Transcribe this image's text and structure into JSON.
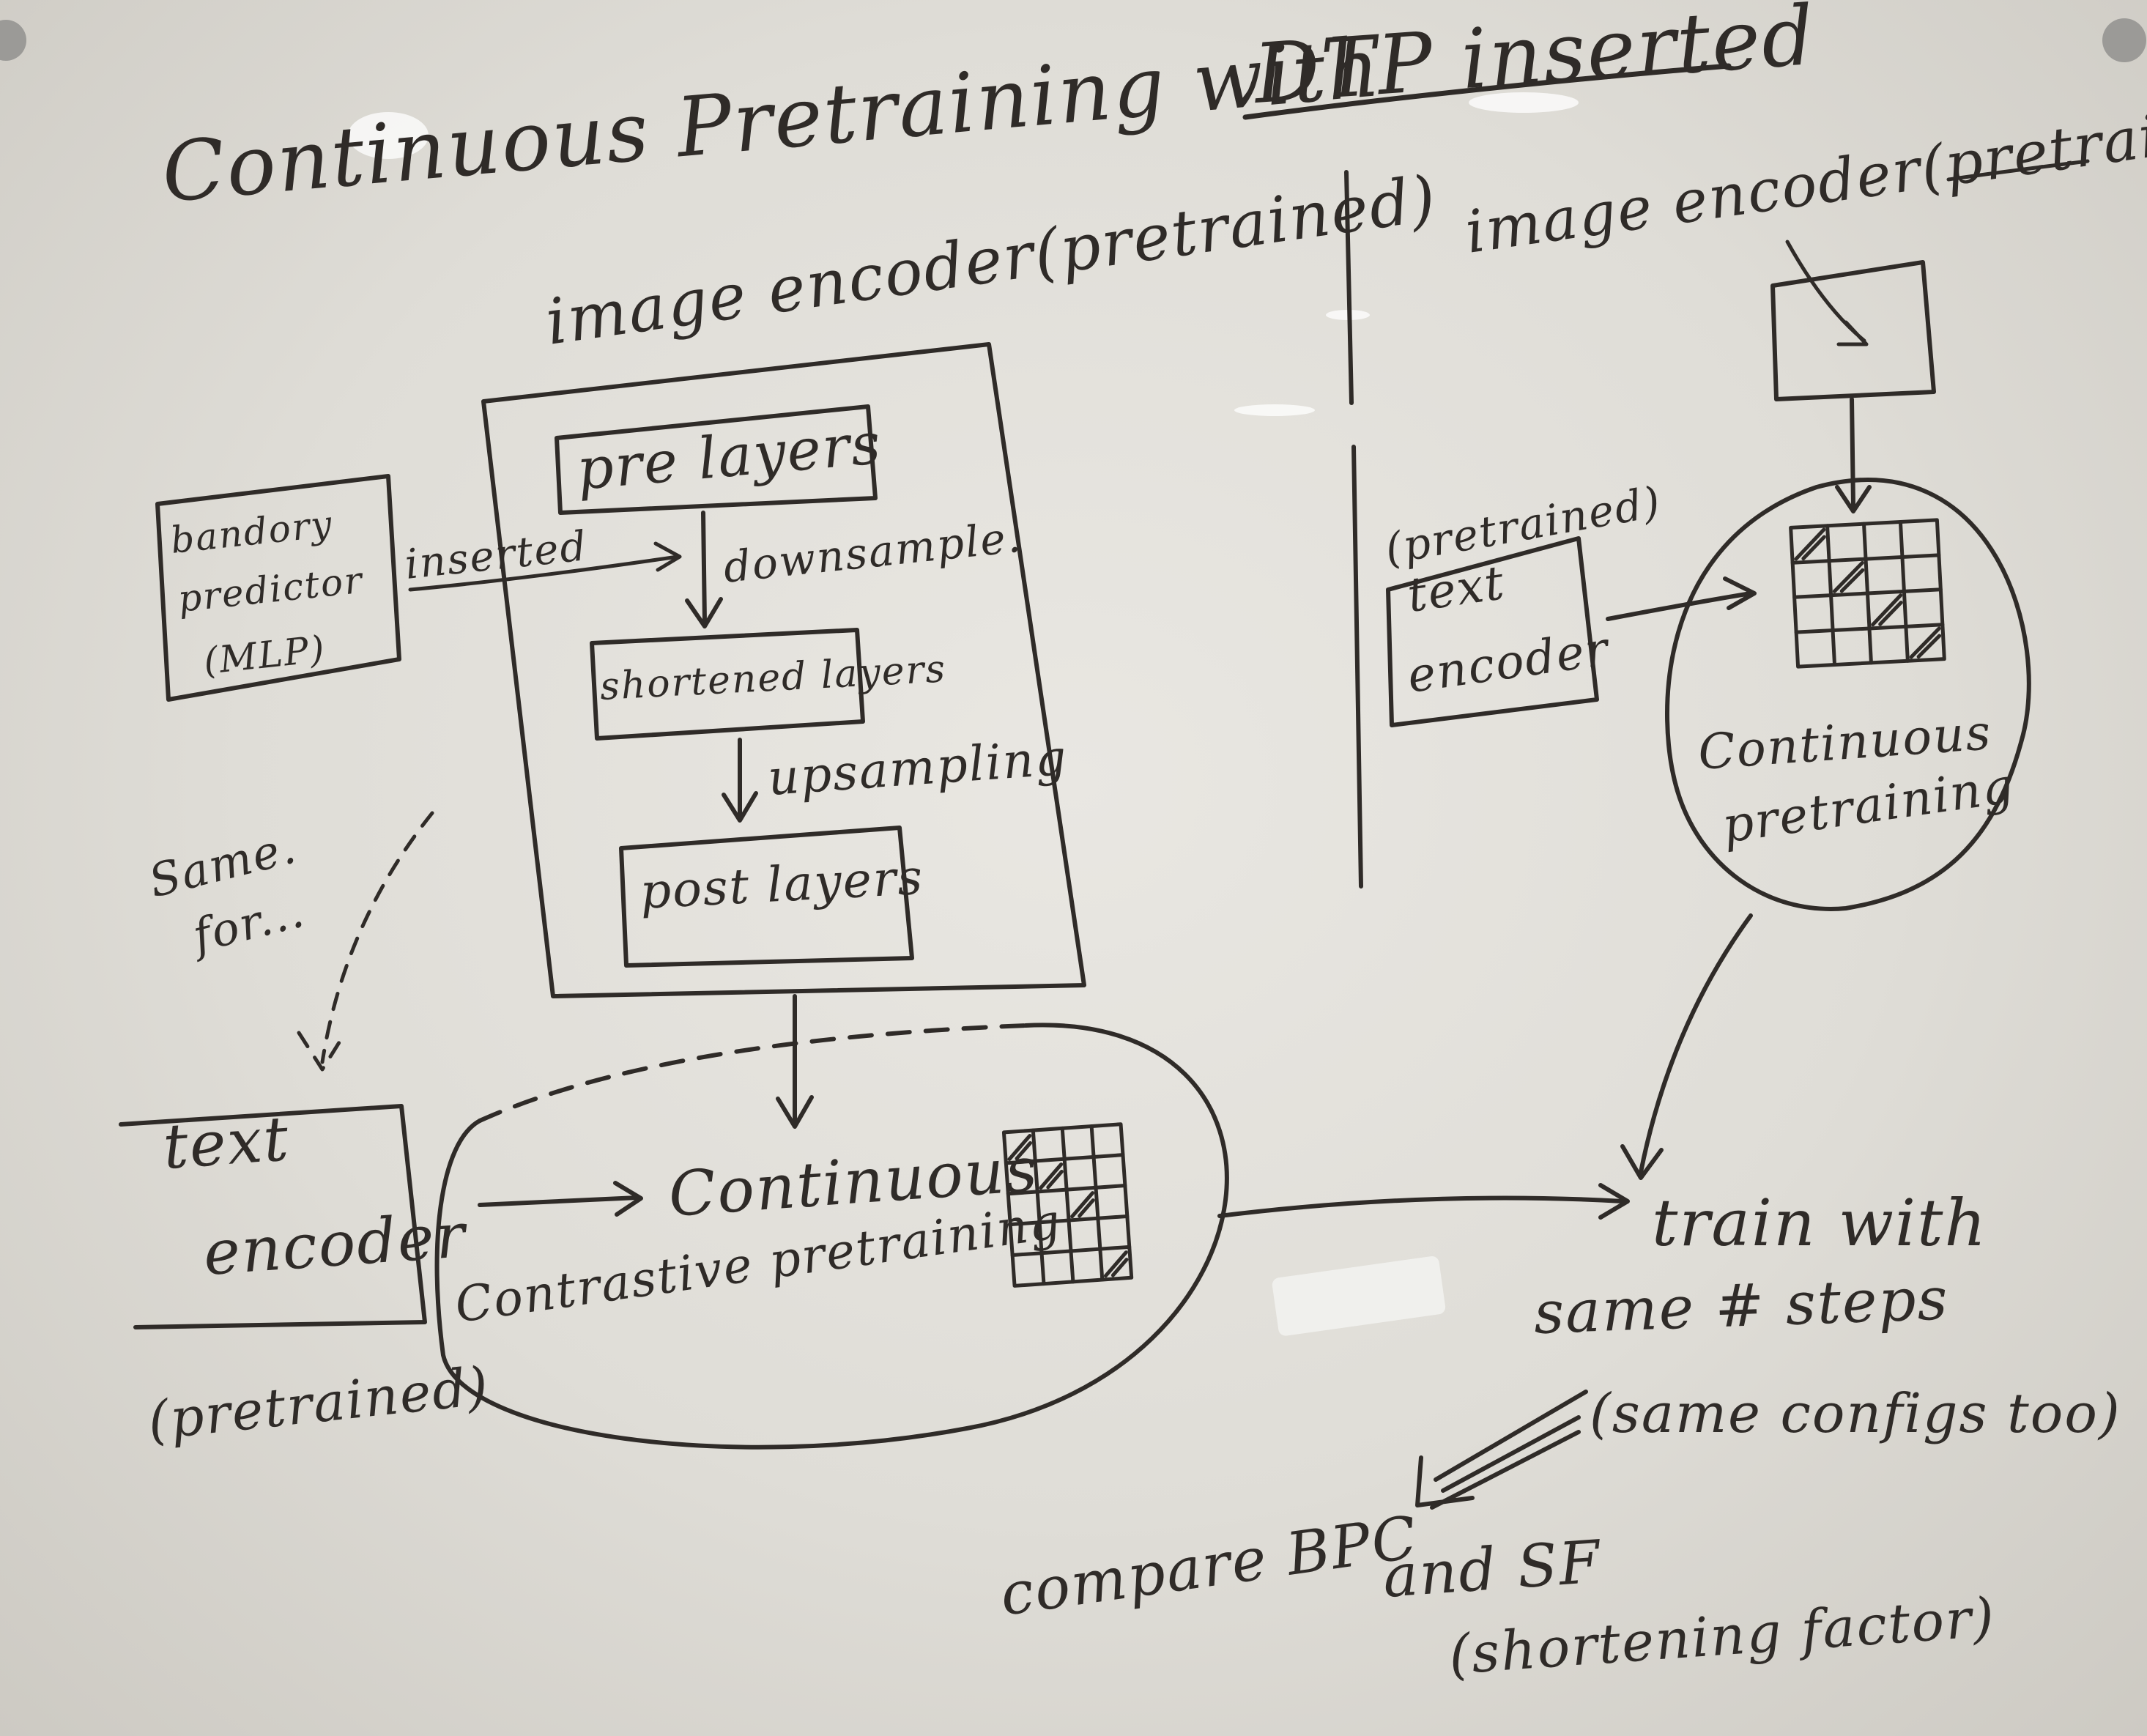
{
  "title": {
    "main": "Continuous Pretraining with",
    "underlined": "DTP inserted"
  },
  "left_panel": {
    "encoder_title": "image encoder(pretrained)",
    "pre_layers": "pre layers",
    "downsample": "downsample.",
    "shortened_layers": "shortened layers",
    "upsampling": "upsampling",
    "post_layers": "post layers",
    "boundary_predictor": [
      "bandory",
      "predictor",
      "(MLP)"
    ],
    "inserted": "inserted",
    "same_for": [
      "Same.",
      "for..."
    ],
    "text_encoder": [
      "text",
      "encoder"
    ],
    "text_encoder_note": "(pretrained)",
    "continuous_contrastive": [
      "Continuous",
      "Contrastive pretraining"
    ]
  },
  "right_panel": {
    "encoder_title": "image encoder(pretrained)",
    "text_encoder_note": "(pretrained)",
    "text_encoder": [
      "text",
      "encoder"
    ],
    "continuous_pretraining": [
      "Continuous",
      "pretraining"
    ]
  },
  "bottom": {
    "train_with": "train with",
    "same_steps": "same # steps",
    "same_configs": "(same configs too)",
    "compare": "compare BPC",
    "and_sf": "and SF",
    "shortening_factor": "(shortening factor)"
  },
  "colors": {
    "ink": "#2f2b28",
    "board": "#e4e2dc"
  }
}
